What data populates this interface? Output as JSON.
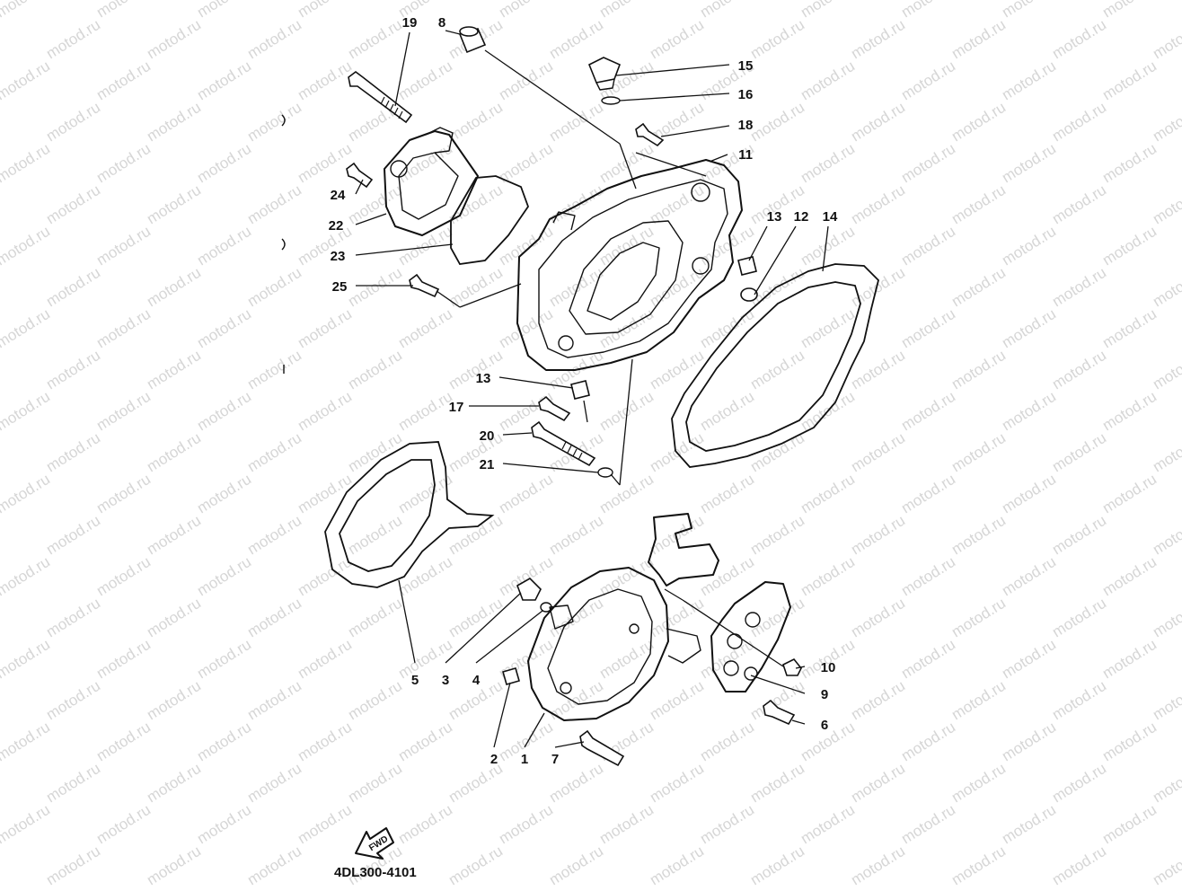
{
  "watermark": "motod.ru",
  "drawing_code": "4DL300-4101",
  "fwd_label": "FWD",
  "callouts": [
    {
      "id": "c1",
      "text": "1"
    },
    {
      "id": "c2",
      "text": "2"
    },
    {
      "id": "c3",
      "text": "3"
    },
    {
      "id": "c4",
      "text": "4"
    },
    {
      "id": "c5",
      "text": "5"
    },
    {
      "id": "c6",
      "text": "6"
    },
    {
      "id": "c7",
      "text": "7"
    },
    {
      "id": "c8",
      "text": "8"
    },
    {
      "id": "c9",
      "text": "9"
    },
    {
      "id": "c10",
      "text": "10"
    },
    {
      "id": "c11",
      "text": "11"
    },
    {
      "id": "c12",
      "text": "12"
    },
    {
      "id": "c13a",
      "text": "13"
    },
    {
      "id": "c13b",
      "text": "13"
    },
    {
      "id": "c14",
      "text": "14"
    },
    {
      "id": "c15",
      "text": "15"
    },
    {
      "id": "c16",
      "text": "16"
    },
    {
      "id": "c17",
      "text": "17"
    },
    {
      "id": "c18",
      "text": "18"
    },
    {
      "id": "c19",
      "text": "19"
    },
    {
      "id": "c20",
      "text": "20"
    },
    {
      "id": "c21",
      "text": "21"
    },
    {
      "id": "c22",
      "text": "22"
    },
    {
      "id": "c23",
      "text": "23"
    },
    {
      "id": "c24",
      "text": "24"
    },
    {
      "id": "c25",
      "text": "25"
    }
  ]
}
